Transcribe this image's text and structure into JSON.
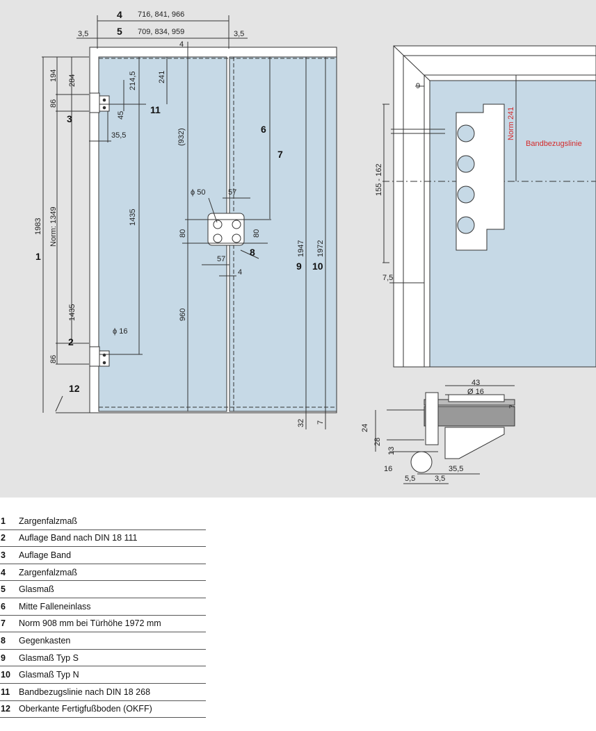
{
  "dimensions": {
    "d4_values": "716, 841, 966",
    "d5_values": "709, 834, 959",
    "d35": "3,5",
    "d4": "4",
    "d194": "194",
    "d284": "284",
    "d2145": "214,5",
    "d241": "241",
    "d86": "86",
    "d45": "45",
    "d355": "35,5",
    "d932": "(932)",
    "d1983": "1983",
    "dnorm1349": "Norm: 1349",
    "d1435": "1435",
    "dphi50": "ϕ 50",
    "d57": "57",
    "d80": "80",
    "d960": "960",
    "d1947": "1947",
    "d1972": "1972",
    "dphi16": "ϕ 16",
    "d32": "32",
    "d7": "7",
    "d9": "9",
    "dnorm241": "Norm 241",
    "dbandbezug": "Bandbezugslinie",
    "d155162": "155 - 162",
    "d75": "7,5",
    "d43": "43",
    "dphi16b": "Ø 16",
    "d24": "24",
    "d28": "28",
    "d13": "13",
    "d16": "16",
    "d55": "5,5"
  },
  "callouts": [
    "1",
    "2",
    "3",
    "4",
    "5",
    "6",
    "7",
    "8",
    "9",
    "10",
    "11",
    "12"
  ],
  "legend": [
    {
      "num": "1",
      "text": "Zargenfalzmaß"
    },
    {
      "num": "2",
      "text": "Auflage Band nach DIN 18 111"
    },
    {
      "num": "3",
      "text": "Auflage Band"
    },
    {
      "num": "4",
      "text": "Zargenfalzmaß"
    },
    {
      "num": "5",
      "text": "Glasmaß"
    },
    {
      "num": "6",
      "text": "Mitte Falleneinlass"
    },
    {
      "num": "7",
      "text": "Norm 908 mm bei Türhöhe 1972 mm"
    },
    {
      "num": "8",
      "text": "Gegenkasten"
    },
    {
      "num": "9",
      "text": "Glasmaß Typ S"
    },
    {
      "num": "10",
      "text": "Glasmaß Typ N"
    },
    {
      "num": "11",
      "text": "Bandbezugslinie nach DIN 18 268"
    },
    {
      "num": "12",
      "text": "Oberkante Fertigfußboden (OKFF)"
    }
  ],
  "colors": {
    "background": "#e4e4e4",
    "glass": "#c6d9e6",
    "line": "#333333",
    "accent": "#d42a2a"
  }
}
